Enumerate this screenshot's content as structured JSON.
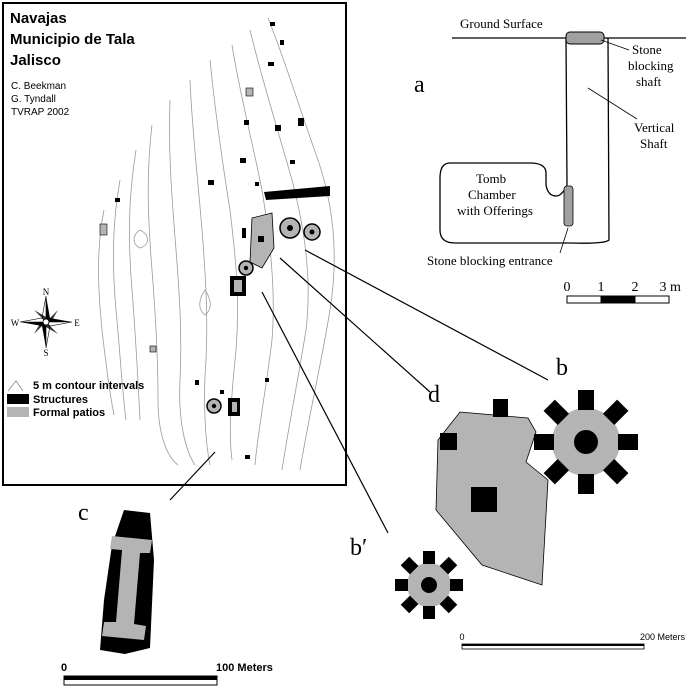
{
  "map": {
    "title_lines": [
      "Navajas",
      "Municipio de Tala",
      "Jalisco"
    ],
    "credits": [
      "C. Beekman",
      "G. Tyndall",
      "TVRAP 2002"
    ],
    "compass": {
      "n": "N",
      "s": "S",
      "e": "E",
      "w": "W"
    },
    "legend": {
      "contours": "5 m contour intervals",
      "structures": "Structures",
      "patios": "Formal patios"
    }
  },
  "tomb": {
    "panel_label": "a",
    "ground_surface": "Ground Surface",
    "stone_blocking_shaft": [
      "Stone",
      "blocking",
      "shaft"
    ],
    "vertical_shaft": [
      "Vertical",
      "Shaft"
    ],
    "tomb_chamber": [
      "Tomb",
      "Chamber",
      "with Offerings"
    ],
    "stone_blocking_entrance": "Stone blocking entrance",
    "scale_ticks": [
      "0",
      "1",
      "2",
      "3"
    ],
    "scale_unit": "m"
  },
  "panels": {
    "b": "b",
    "b_prime": "b′",
    "c": "c",
    "d": "d"
  },
  "scales": {
    "left": {
      "zero": "0",
      "end": "100 Meters"
    },
    "right": {
      "zero": "0",
      "end": "200 Meters"
    }
  },
  "colors": {
    "structure": "#000000",
    "patio": "#b4b4b4",
    "line": "#000000",
    "contour": "#9a9a9a",
    "stone": "#a0a0a0"
  }
}
